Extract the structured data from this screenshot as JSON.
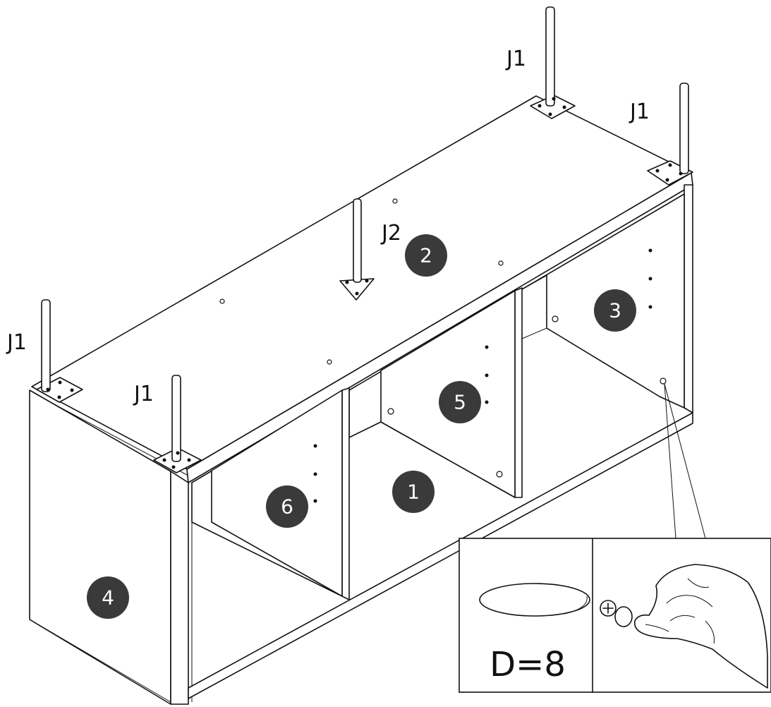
{
  "labels": {
    "leg_top_right": "J1",
    "leg_right": "J1",
    "leg_left": "J1",
    "leg_front": "J1",
    "leg_center": "J2"
  },
  "parts": {
    "p1": "1",
    "p2": "2",
    "p3": "3",
    "p4": "4",
    "p5": "5",
    "p6": "6"
  },
  "detail": {
    "dimension": "D=8"
  }
}
